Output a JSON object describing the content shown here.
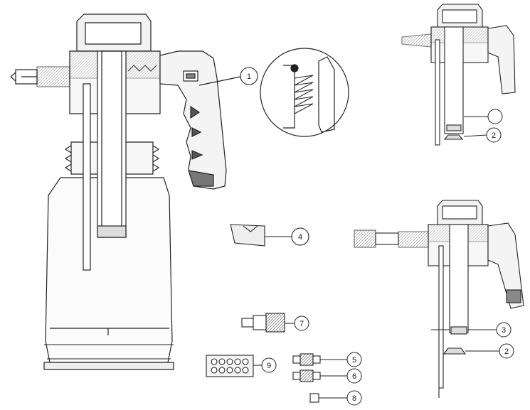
{
  "callouts": [
    {
      "id": "c1",
      "label": "1"
    },
    {
      "id": "c2a",
      "label": "2"
    },
    {
      "id": "c2b",
      "label": "2"
    },
    {
      "id": "c3",
      "label": "3"
    },
    {
      "id": "c4",
      "label": "4"
    },
    {
      "id": "c5",
      "label": "5"
    },
    {
      "id": "c6",
      "label": "6"
    },
    {
      "id": "c7",
      "label": "7"
    },
    {
      "id": "c8",
      "label": "8"
    },
    {
      "id": "c9",
      "label": "9"
    },
    {
      "id": "c_blank",
      "label": ""
    }
  ],
  "colors": {
    "line": "#222222",
    "fill_light": "#e6e6e6",
    "fill_mid": "#bdbdbd",
    "fill_dark": "#555555",
    "background": "#ffffff"
  }
}
